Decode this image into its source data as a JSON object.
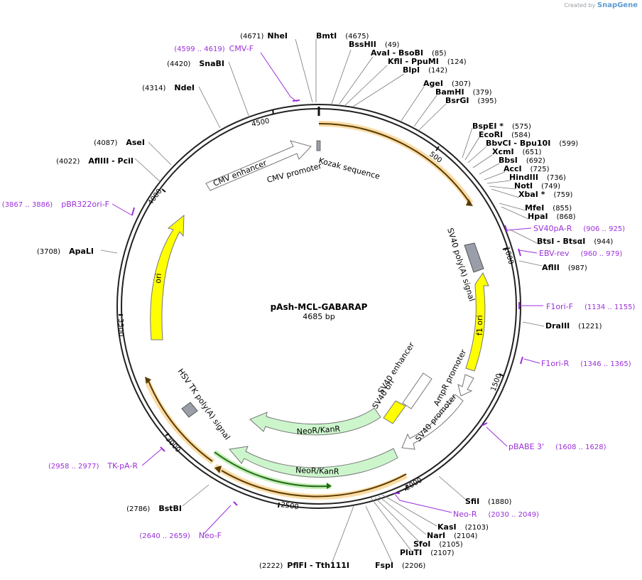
{
  "brand": {
    "prefix": "Created by",
    "name": "SnapGene"
  },
  "plasmid": {
    "name": "pAsh-MCL-GABARAP",
    "length_label": "4685 bp",
    "length": 4685
  },
  "position_ticks": [
    {
      "pos": 500,
      "label": "500"
    },
    {
      "pos": 1000,
      "label": "1000"
    },
    {
      "pos": 1500,
      "label": "1500"
    },
    {
      "pos": 2000,
      "label": "2000"
    },
    {
      "pos": 2500,
      "label": "2500"
    },
    {
      "pos": 3000,
      "label": "3000"
    },
    {
      "pos": 3500,
      "label": "3500"
    },
    {
      "pos": 4000,
      "label": "4000"
    },
    {
      "pos": 4500,
      "label": "4500"
    }
  ],
  "enzyme_labels": [
    {
      "name": "NheI",
      "pos": "(4671)",
      "side": "L"
    },
    {
      "name": "BmtI",
      "pos": "(4675)",
      "side": "R"
    },
    {
      "name": "BssHII",
      "pos": "(49)",
      "side": "R"
    },
    {
      "name": "AvaI   - BsoBI",
      "pos": "(85)",
      "side": "R"
    },
    {
      "name": "KflI   - PpuMI",
      "pos": "(124)",
      "side": "R"
    },
    {
      "name": "BlpI",
      "pos": "(142)",
      "side": "R"
    },
    {
      "name": "AgeI",
      "pos": "(307)",
      "side": "R"
    },
    {
      "name": "BamHI",
      "pos": "(379)",
      "side": "R"
    },
    {
      "name": "BsrGI",
      "pos": "(395)",
      "side": "R"
    },
    {
      "name": "BspEI *",
      "pos": "(575)",
      "side": "R"
    },
    {
      "name": "EcoRI",
      "pos": "(584)",
      "side": "R"
    },
    {
      "name": "BbvCI   - Bpu10I",
      "pos": "(599)",
      "side": "R"
    },
    {
      "name": "XcmI",
      "pos": "(651)",
      "side": "R"
    },
    {
      "name": "BbsI",
      "pos": "(692)",
      "side": "R"
    },
    {
      "name": "AccI",
      "pos": "(725)",
      "side": "R"
    },
    {
      "name": "HindIII",
      "pos": "(736)",
      "side": "R"
    },
    {
      "name": "NotI",
      "pos": "(749)",
      "side": "R"
    },
    {
      "name": "XbaI *",
      "pos": "(759)",
      "side": "R"
    },
    {
      "name": "MfeI",
      "pos": "(855)",
      "side": "R"
    },
    {
      "name": "HpaI",
      "pos": "(868)",
      "side": "R"
    },
    {
      "name": "BtsI   - BtsαI",
      "pos": "(944)",
      "side": "R"
    },
    {
      "name": "AflII",
      "pos": "(987)",
      "side": "R"
    },
    {
      "name": "DraIII",
      "pos": "(1221)",
      "side": "R"
    },
    {
      "name": "SfiI",
      "pos": "(1880)",
      "side": "R"
    },
    {
      "name": "KasI",
      "pos": "(2103)",
      "side": "R"
    },
    {
      "name": "NarI",
      "pos": "(2104)",
      "side": "R"
    },
    {
      "name": "SfoI",
      "pos": "(2105)",
      "side": "R"
    },
    {
      "name": "PluTI",
      "pos": "(2107)",
      "side": "R"
    },
    {
      "name": "FspI",
      "pos": "(2206)",
      "side": "R"
    },
    {
      "name": "PflFI   - Tth111I",
      "pos": "(2222)",
      "side": "L"
    },
    {
      "name": "BstBI",
      "pos": "(2786)",
      "side": "L"
    },
    {
      "name": "ApaLI",
      "pos": "(3708)",
      "side": "L"
    },
    {
      "name": "AflIII   - PciI",
      "pos": "(4022)",
      "side": "L"
    },
    {
      "name": "AseI",
      "pos": "(4087)",
      "side": "L"
    },
    {
      "name": "NdeI",
      "pos": "(4314)",
      "side": "L"
    },
    {
      "name": "SnaBI",
      "pos": "(4420)",
      "side": "L"
    }
  ],
  "primer_labels": [
    {
      "name": "CMV-F",
      "pos": "(4599 .. 4619)",
      "side": "L"
    },
    {
      "name": "SV40pA-R",
      "pos": "(906 .. 925)",
      "side": "R"
    },
    {
      "name": "EBV-rev",
      "pos": "(960 .. 979)",
      "side": "R"
    },
    {
      "name": "F1ori-F",
      "pos": "(1134 .. 1155)",
      "side": "R"
    },
    {
      "name": "F1ori-R",
      "pos": "(1346 .. 1365)",
      "side": "R"
    },
    {
      "name": "pBABE 3'",
      "pos": "(1608 .. 1628)",
      "side": "R"
    },
    {
      "name": "Neo-R",
      "pos": "(2030 .. 2049)",
      "side": "R"
    },
    {
      "name": "Neo-F",
      "pos": "(2640 .. 2659)",
      "side": "L"
    },
    {
      "name": "TK-pA-R",
      "pos": "(2958 .. 2977)",
      "side": "L"
    },
    {
      "name": "pBR322ori-F",
      "pos": "(3867 .. 3886)",
      "side": "L"
    }
  ],
  "features": [
    {
      "label": "Kozak sequence",
      "type": "box"
    },
    {
      "label": "CMV enhancer",
      "type": "arrow",
      "color": "#ffffff"
    },
    {
      "label": "CMV promoter",
      "type": "arrow",
      "color": "#ffffff"
    },
    {
      "label": "SV40 poly(A) signal",
      "type": "box",
      "color": "#999ea8"
    },
    {
      "label": "f1 ori",
      "type": "arrow",
      "color": "#ffff00"
    },
    {
      "label": "AmpR promoter",
      "type": "arrow",
      "color": "#ffffff"
    },
    {
      "label": "SV40 enhancer",
      "type": "box",
      "color": "#ffffff"
    },
    {
      "label": "SV40 ori",
      "type": "box",
      "color": "#ffff00"
    },
    {
      "label": "SV40 promoter",
      "type": "arrow",
      "color": "#ffffff"
    },
    {
      "label": "NeoR/KanR",
      "type": "arrow",
      "color": "#ccf5cc"
    },
    {
      "label": "NeoR/KanR",
      "type": "arrow",
      "color": "#ccf5cc"
    },
    {
      "label": "HSV TK poly(A) signal",
      "type": "box",
      "color": "#999ea8"
    },
    {
      "label": "ori",
      "type": "arrow",
      "color": "#ffff00"
    }
  ],
  "orf_colors": {
    "orange": "#e8a24a",
    "green": "#3a9a2a"
  }
}
